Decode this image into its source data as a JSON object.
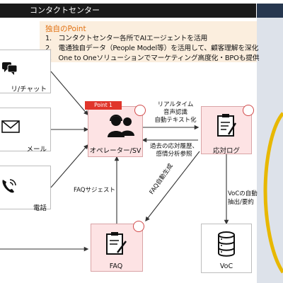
{
  "header": {
    "title": "コンタクトセンター"
  },
  "point": {
    "title": "独自のPoint",
    "items": [
      "1.　コンタクトセンター各所でAIエージェントを活用",
      "2.　電通独自データ（People Model等）を活用して、顧客理解を深化",
      "3.　One to Oneソリューションでマーケティング高度化・BPOも提供"
    ]
  },
  "channels": [
    {
      "label": "リ/チャット",
      "icon": "chat-icon"
    },
    {
      "label": "メール",
      "icon": "mail-icon"
    },
    {
      "label": "電話",
      "icon": "phone-icon"
    }
  ],
  "nodes": {
    "operator": {
      "label": "オペレーター/SV",
      "badge": "Point 1",
      "icon": "operator-icon"
    },
    "log": {
      "label": "応対ログ",
      "icon": "clipboard-icon"
    },
    "faq": {
      "label": "FAQ",
      "icon": "faq-edit-icon"
    },
    "voc": {
      "label": "VoC",
      "icon": "database-icon"
    }
  },
  "edges": {
    "realtime": [
      "リアルタイム",
      "音声認識",
      "自動テキスト化"
    ],
    "history": [
      "過去の応対履歴、",
      "感情分析参照"
    ],
    "faq_suggest": "FAQサジェスト",
    "faq_auto": "FAQ自動生成",
    "voc_extract": [
      "VoCの自動",
      "抽出/要約"
    ]
  },
  "colors": {
    "header_bg": "#1a1a1a",
    "accent": "#e07010",
    "node_fill": "#fde3e4",
    "badge": "#e0352b",
    "right_panel": "#dde2ea",
    "ring": "#e8b800"
  }
}
